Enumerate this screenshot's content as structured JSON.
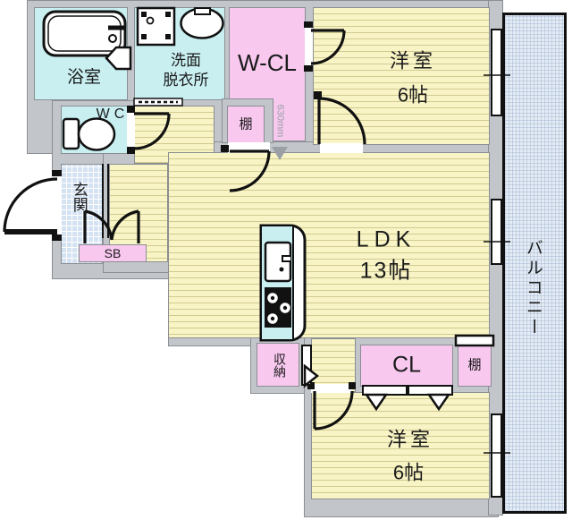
{
  "floorplan": {
    "labels": {
      "bathroom": "浴室",
      "washroom_line1": "洗面",
      "washroom_line2": "脱衣所",
      "walkin_closet": "W-CL",
      "shelf_wcl": "棚",
      "dimension_630": "630mm",
      "bedroom_top_name": "洋室",
      "bedroom_top_size": "6帖",
      "toilet_room": "WC",
      "entrance": "玄関",
      "shoe_box": "SB",
      "ldk_name": "LDK",
      "ldk_size": "13帖",
      "storage": "収納",
      "closet": "CL",
      "shelf_bottom": "棚",
      "bedroom_bottom_name": "洋室",
      "bedroom_bottom_size": "6帖",
      "balcony": "バルコニー"
    },
    "icons": {
      "bathtub": "bathtub-icon",
      "washing_machine_pan": "washing-machine-pan-icon",
      "washbasin": "washbasin-icon",
      "toilet": "toilet-icon",
      "kitchen_sink": "kitchen-sink-icon",
      "stove": "stove-icon"
    },
    "colors": {
      "flooring": "#F8F4C6",
      "wet_area_cyan": "#C9EFF1",
      "closet_pink": "#F8C8EF",
      "wall_gray": "#C2C6CA",
      "balcony_blue": "#E4EBF4",
      "entrance_tile": "#D4E2F2",
      "outline_black": "#111111"
    }
  }
}
